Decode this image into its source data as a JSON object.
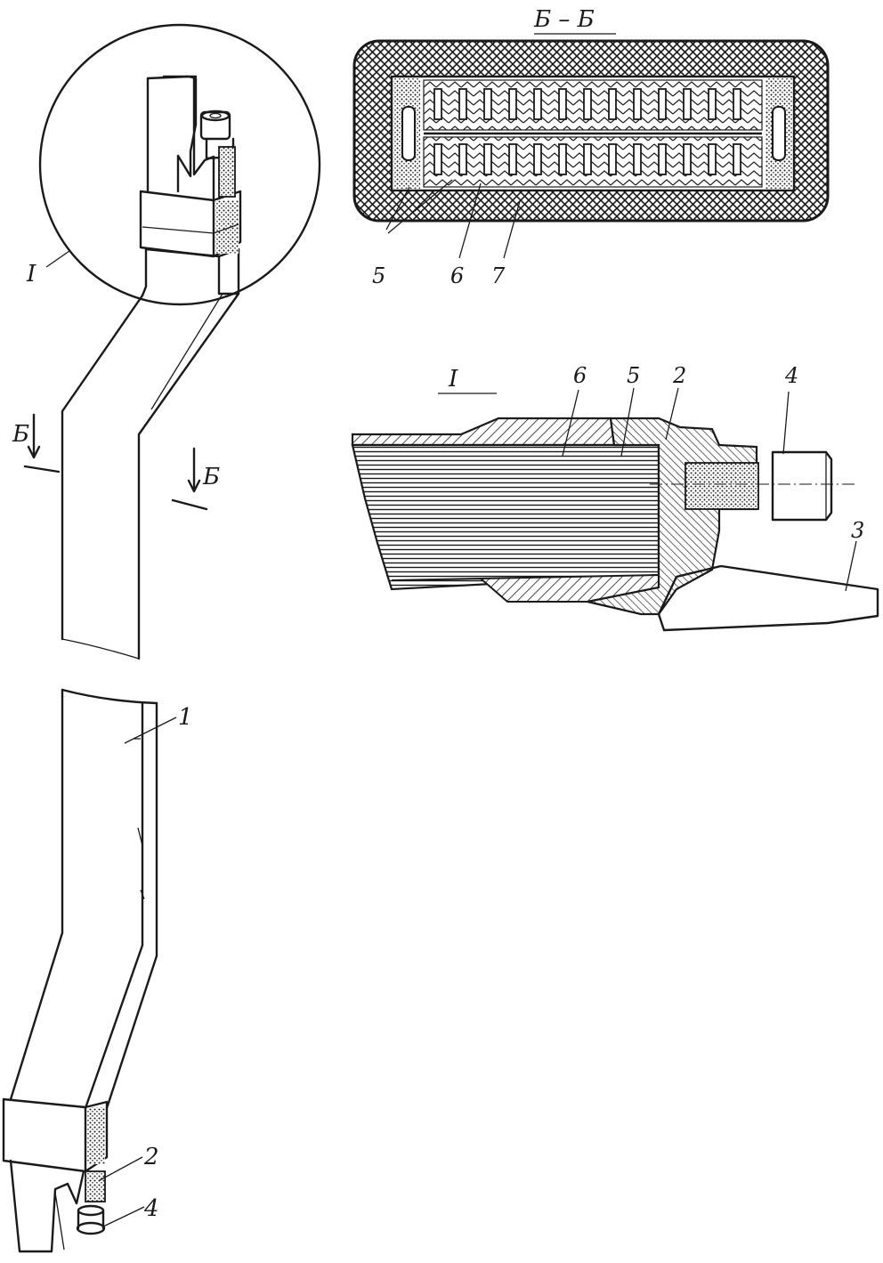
{
  "section_title": "Б – Б",
  "detail_title": "I",
  "circle_label": "I",
  "cut_mark_left": "Б",
  "cut_mark_right": "Б",
  "section_callouts": {
    "c5": "5",
    "c6": "6",
    "c7": "7"
  },
  "detail_callouts": {
    "c6": "6",
    "c5": "5",
    "c2": "2",
    "c4": "4",
    "c3": "3"
  },
  "tool_callouts": {
    "c1": "1",
    "c2": "2",
    "c4": "4"
  },
  "colors": {
    "ink": "#1a1a1a",
    "paper": "#ffffff"
  }
}
